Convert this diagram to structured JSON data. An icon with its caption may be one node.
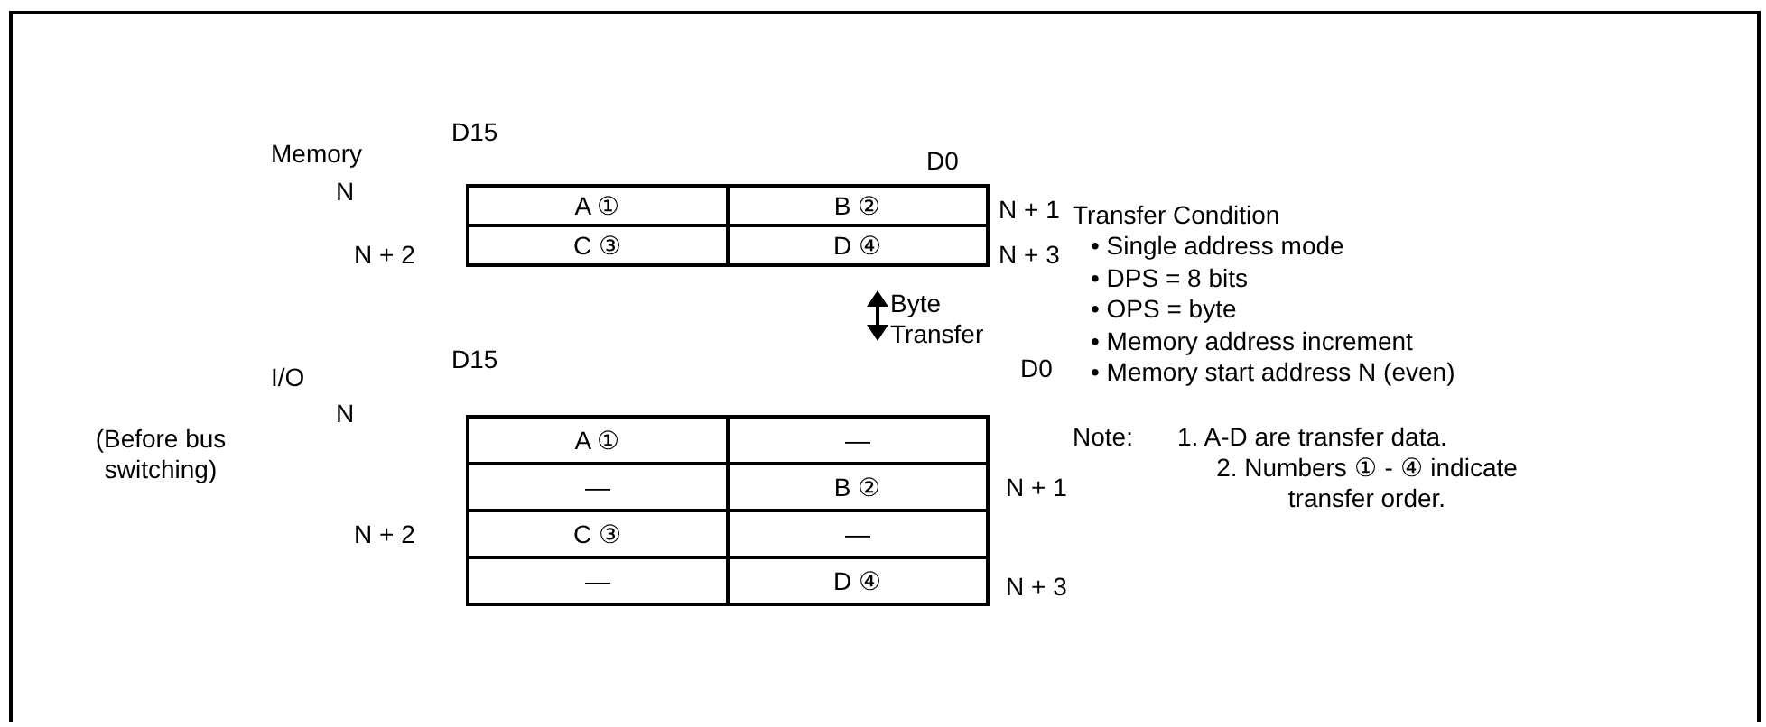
{
  "diagram": {
    "labels": [
      "Memory",
      "D15",
      "D0",
      "N",
      "A ①",
      "B ②",
      "N + 1",
      "C ③",
      "D ④",
      "N + 2",
      "N + 3",
      "Byte Transfer",
      "I/O",
      "D15",
      "D0",
      "N",
      "(Before bus switching)",
      "A ①",
      "—",
      "—",
      "B ②",
      "N + 1",
      "N + 2",
      "C ③",
      "—",
      "—",
      "D ④",
      "N + 3",
      "Transfer Condition",
      "• Single address mode",
      "• DPS = 8 bits",
      "• OPS = byte",
      "• Memory address increment",
      "• Memory start address N (even)",
      "Note:",
      "1. A-D are transfer data.",
      "2. Numbers ① - ④ indicate transfer order."
    ]
  }
}
